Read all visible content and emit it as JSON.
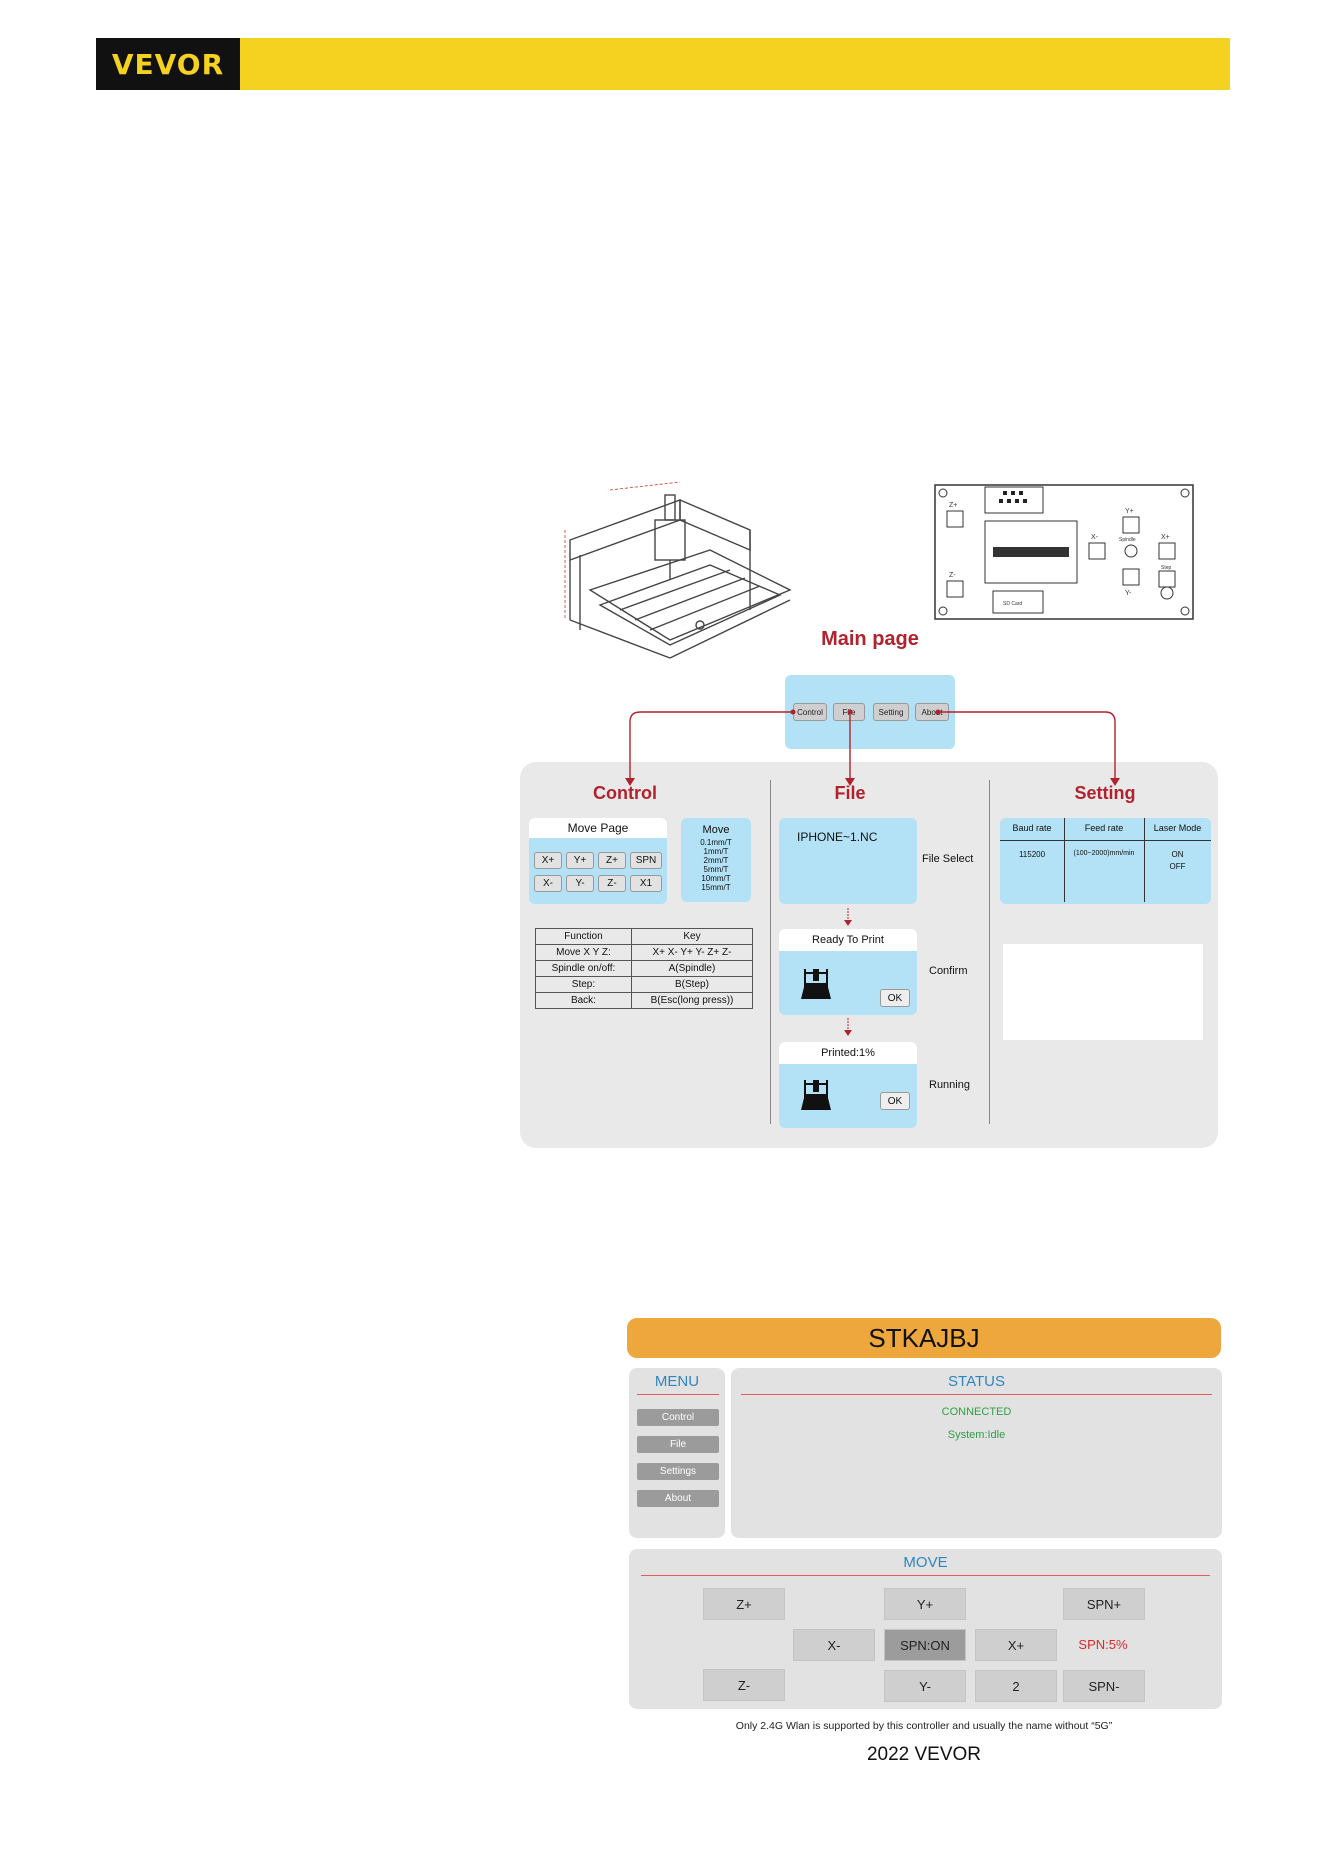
{
  "brand": {
    "logo": "VEVOR"
  },
  "diagram": {
    "board_labels": [
      "Z+",
      "Z-",
      "Y+",
      "Y-",
      "X-",
      "X+",
      "Spindle",
      "Step",
      "SD Card"
    ],
    "main_page_title": "Main page",
    "main_nav": [
      "Control",
      "File",
      "Setting",
      "About"
    ],
    "control": {
      "title": "Control",
      "move_page_title": "Move  Page",
      "keys_row1": [
        "X+",
        "Y+",
        "Z+",
        "SPN"
      ],
      "keys_row2": [
        "X-",
        "Y-",
        "Z-",
        "X1"
      ],
      "move_box_title": "Move",
      "move_speeds": [
        "0.1mm/T",
        "1mm/T",
        "2mm/T",
        "5mm/T",
        "10mm/T",
        "15mm/T"
      ],
      "function_table": {
        "headers": [
          "Function",
          "Key"
        ],
        "rows": [
          [
            "Move  X Y Z:",
            "X+ X- Y+ Y- Z+ Z-"
          ],
          [
            "Spindle on/off:",
            "A(Spindle)"
          ],
          [
            "Step:",
            "B(Step)"
          ],
          [
            "Back:",
            "B(Esc(long press))"
          ]
        ]
      }
    },
    "file": {
      "title": "File",
      "file_name": "IPHONE~1.NC",
      "file_select_label": "File Select",
      "confirm_title": "Ready To Print",
      "confirm_label": "Confirm",
      "running_title": "Printed:1%",
      "running_label": "Running",
      "ok": "OK"
    },
    "setting": {
      "title": "Setting",
      "headers": [
        "Baud rate",
        "Feed rate",
        "Laser Mode"
      ],
      "baud_rate": "115200",
      "feed_rate": "(100~2000)mm/min",
      "laser_on": "ON",
      "laser_off": "OFF"
    }
  },
  "web_ui": {
    "title": "STKAJBJ",
    "menu": {
      "title": "MENU",
      "items": [
        "Control",
        "File",
        "Settings",
        "About"
      ]
    },
    "status": {
      "title": "STATUS",
      "connection": "CONNECTED",
      "system": "System:Idle"
    },
    "move": {
      "title": "MOVE",
      "z_plus": "Z+",
      "y_plus": "Y+",
      "spn_plus": "SPN+",
      "x_minus": "X-",
      "spn_on": "SPN:ON",
      "x_plus": "X+",
      "spn_percent": "SPN:5%",
      "z_minus": "Z-",
      "y_minus": "Y-",
      "step": "2",
      "spn_minus": "SPN-"
    },
    "colors": {
      "header": "#eea73c",
      "title_blue": "#2e86c1",
      "status_green": "#2ea043",
      "accent_red": "#d9282f"
    }
  },
  "footer": {
    "note": "Only 2.4G Wlan is supported by this controller and usually the name without “5G”",
    "copyright": "2022 VEVOR"
  }
}
